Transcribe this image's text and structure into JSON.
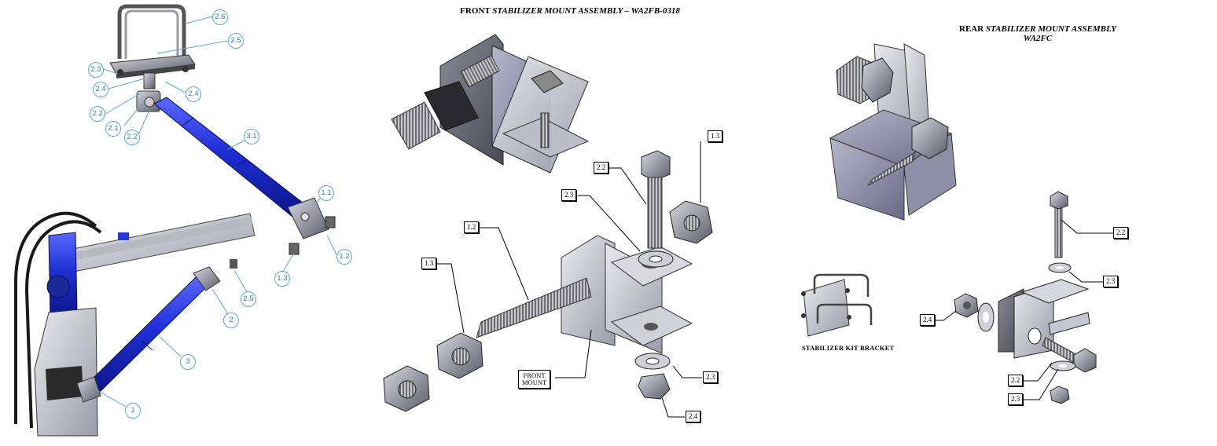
{
  "front_title": {
    "prefix": "FRONT ",
    "italic": "STABILIZER MOUNT ASSEMBLY – WA2FB-0318"
  },
  "rear_title": {
    "prefix": "REAR ",
    "italic": "STABILIZER MOUNT ASSEMBLY",
    "line2": "WA2FC"
  },
  "stabilizer_caption": "STABILIZER KIT BRACKET",
  "front_mount_label": [
    "FRONT",
    "MOUNT"
  ],
  "left_callouts": {
    "c26": "2.6",
    "c25a": "2.5",
    "c23": "2.3",
    "c24a": "2.4",
    "c24b": "2.4",
    "c22a": "2.2",
    "c21": "2.1",
    "c22b": "2.2",
    "c31": "3.1",
    "c11": "1.1",
    "c12": "1.2",
    "c13": "1.3",
    "c25b": "2.5",
    "c2": "2",
    "c3": "3",
    "c1": "1"
  },
  "front_callouts": {
    "b13top": "1.3",
    "b22": "2.2",
    "b23top": "2.3",
    "b12": "1.2",
    "b13left": "1.3",
    "b23bottom": "2.3",
    "b24": "2.4"
  },
  "rear_callouts": {
    "r22top": "2.2",
    "r23top": "2.3",
    "r24": "2.4",
    "r22bottom": "2.2",
    "r23bottom": "2.3"
  },
  "colors": {
    "cylinder_blue": "#1f2fd6",
    "steel": "#9a9aa4",
    "callout_blue": "#2b7fb8",
    "black": "#000000"
  }
}
